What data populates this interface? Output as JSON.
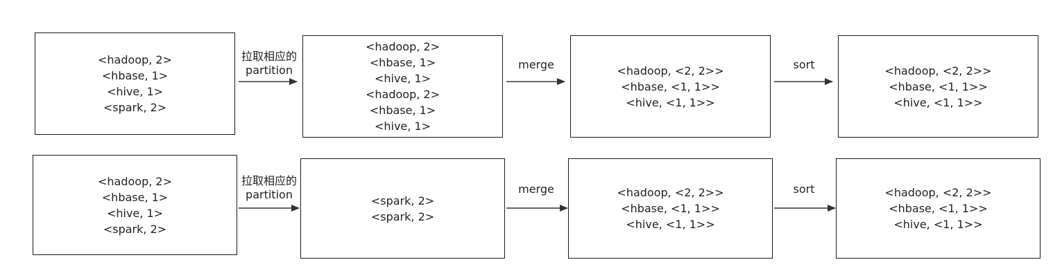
{
  "rows": [
    {
      "boxes": [
        {
          "lines": [
            "<hadoop, 2>",
            "<hbase, 1>",
            "<hive, 1>",
            "<spark, 2>"
          ]
        },
        {
          "lines": [
            "<hadoop, 2>",
            "<hbase, 1>",
            "<hive, 1>",
            "<hadoop, 2>",
            "<hbase, 1>",
            "<hive, 1>"
          ]
        },
        {
          "lines": [
            "<hadoop, <2, 2>>",
            "<hbase, <1, 1>>",
            "<hive, <1, 1>>"
          ]
        },
        {
          "lines": [
            "<hadoop, <2, 2>>",
            "<hbase, <1, 1>>",
            "<hive, <1, 1>>"
          ]
        }
      ],
      "arrow_labels": [
        {
          "line1": "拉取相应的",
          "line2": "partition"
        },
        {
          "line1": "merge"
        },
        {
          "line1": "sort"
        }
      ]
    },
    {
      "boxes": [
        {
          "lines": [
            "<hadoop, 2>",
            "<hbase, 1>",
            "<hive, 1>",
            "<spark, 2>"
          ]
        },
        {
          "lines": [
            "<spark, 2>",
            "<spark, 2>"
          ]
        },
        {
          "lines": [
            "<hadoop, <2, 2>>",
            "<hbase, <1, 1>>",
            "<hive, <1, 1>>"
          ]
        },
        {
          "lines": [
            "<hadoop, <2, 2>>",
            "<hbase, <1, 1>>",
            "<hive, <1, 1>>"
          ]
        }
      ],
      "arrow_labels": [
        {
          "line1": "拉取相应的",
          "line2": "partition"
        },
        {
          "line1": "merge"
        },
        {
          "line1": "sort"
        }
      ]
    }
  ]
}
